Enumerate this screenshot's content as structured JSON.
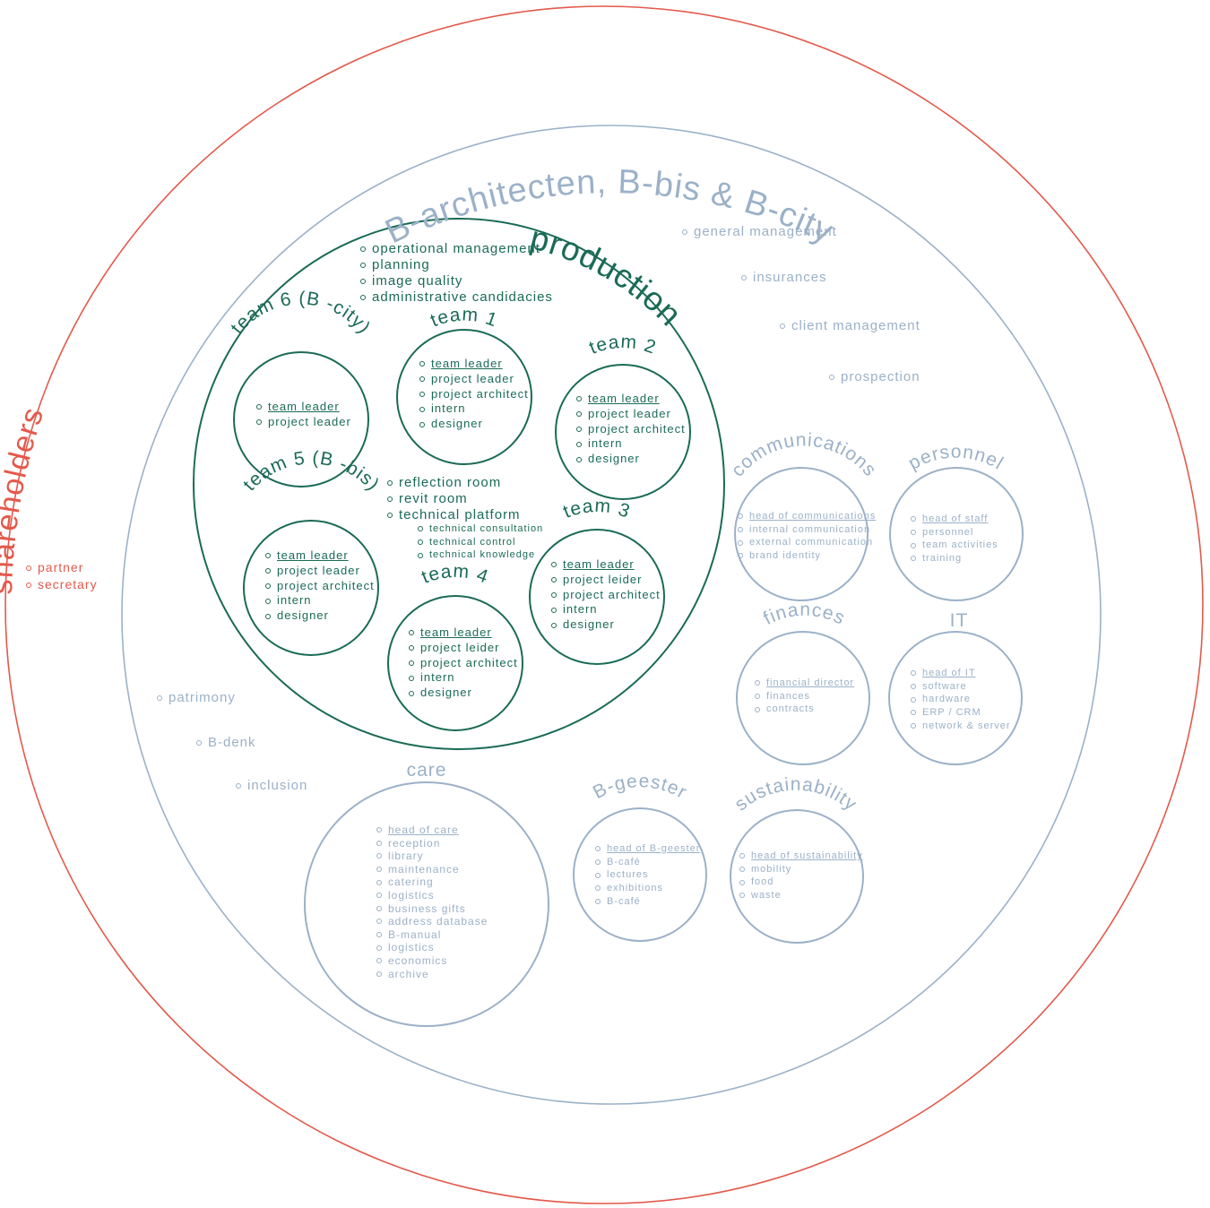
{
  "colors": {
    "shareholders": "#e3594b",
    "company": "#9bb1c8",
    "production": "#1a6b55"
  },
  "shareholders": {
    "title": "shareholders",
    "items": [
      "partner",
      "secretary"
    ]
  },
  "company": {
    "title": "B-architecten, B-bis & B-city",
    "items": [
      "general management",
      "insurances",
      "client management",
      "prospection",
      "patrimony",
      "B-denk",
      "inclusion"
    ]
  },
  "production": {
    "title": "production",
    "items": [
      "operational management",
      "planning",
      "image quality",
      "administrative candidacies"
    ],
    "center_items": [
      "reflection room",
      "revit room",
      "technical platform"
    ],
    "technical_items": [
      "technical consultation",
      "technical control",
      "technical knowledge"
    ],
    "teams": {
      "t1": {
        "title": "team 1",
        "items": [
          "team leader",
          "project leader",
          "project architect",
          "intern",
          "designer"
        ]
      },
      "t2": {
        "title": "team 2",
        "items": [
          "team leader",
          "project leader",
          "project architect",
          "intern",
          "designer"
        ]
      },
      "t3": {
        "title": "team 3",
        "items": [
          "team leader",
          "project leider",
          "project architect",
          "intern",
          "designer"
        ]
      },
      "t4": {
        "title": "team 4",
        "items": [
          "team leader",
          "project leider",
          "project architect",
          "intern",
          "designer"
        ]
      },
      "t5": {
        "title": "team 5 (B -bis)",
        "items": [
          "team leader",
          "project leader",
          "project architect",
          "intern",
          "designer"
        ]
      },
      "t6": {
        "title": "team 6 (B -city)",
        "items": [
          "team leader",
          "project leader"
        ]
      }
    }
  },
  "departments": {
    "communications": {
      "title": "communications",
      "items": [
        "head of communications",
        "internal communication",
        "external communication",
        "brand identity"
      ]
    },
    "personnel": {
      "title": "personnel",
      "items": [
        "head of staff",
        "personnel",
        "team activities",
        "training"
      ]
    },
    "finances": {
      "title": "finances",
      "items": [
        "financial director",
        "finances",
        "contracts"
      ]
    },
    "it": {
      "title": "IT",
      "items": [
        "head of IT",
        "software",
        "hardware",
        "ERP / CRM",
        "network & server"
      ]
    },
    "care": {
      "title": "care",
      "items": [
        "head of care",
        "reception",
        "library",
        "maintenance",
        "catering",
        "logistics",
        "business gifts",
        "address database",
        "B-manual",
        "logistics",
        "economics",
        "archive"
      ]
    },
    "bgeester": {
      "title": "B-geester",
      "items": [
        "head of B-geester",
        "B-café",
        "lectures",
        "exhibitions",
        "B-café"
      ]
    },
    "sustainability": {
      "title": "sustainability",
      "items": [
        "head of sustainability",
        "mobility",
        "food",
        "waste"
      ]
    }
  }
}
